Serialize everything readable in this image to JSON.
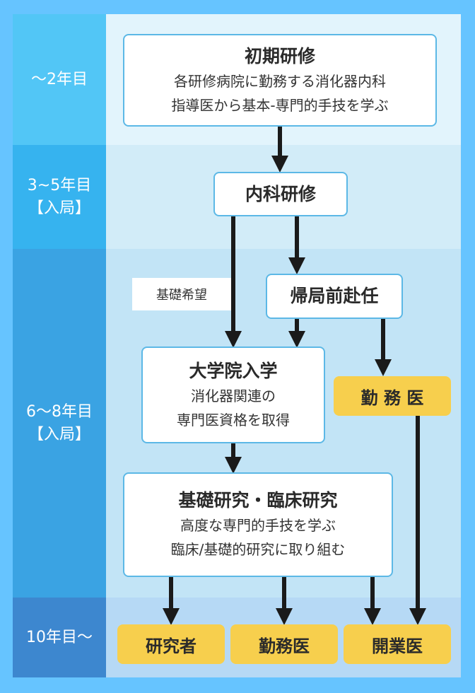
{
  "stages": [
    {
      "label": "〜2年目"
    },
    {
      "label": "3~5年目\n【入局】"
    },
    {
      "label": "6〜8年目\n【入局】"
    },
    {
      "label": "10年目〜"
    }
  ],
  "colors": {
    "band1_label": "#52c6f6",
    "band1_body": "#e2f4fc",
    "band2_label": "#36b3ef",
    "band2_body": "#d2ecf8",
    "band3_label": "#3aa3e3",
    "band3_body": "#c2e4f6",
    "band4_label": "#3d87cf",
    "band4_body": "#b6d9f5",
    "frame": "#66c4ff",
    "box_border": "#5cb8e6",
    "highlight": "#f7cf4d",
    "arrow": "#1a1a1a"
  },
  "boxes": {
    "initial": {
      "title": "初期研修",
      "lines": [
        "各研修病院に勤務する消化器内科",
        "指導医から基本-専門的手技を学ぶ"
      ]
    },
    "internal": {
      "title": "内科研修"
    },
    "return": {
      "title": "帰局前赴任"
    },
    "grad": {
      "title": "大学院入学",
      "lines": [
        "消化器関連の",
        "専門医資格を取得"
      ]
    },
    "research": {
      "title": "基礎研究・臨床研究",
      "lines": [
        "高度な専門的手技を学ぶ",
        "臨床/基礎的研究に取り組む"
      ]
    }
  },
  "tag_basic": "基礎希望",
  "outcomes": {
    "kinmui_mid": "勤 務 医",
    "researcher": "研究者",
    "kinmui": "勤務医",
    "kaigyoui": "開業医"
  }
}
